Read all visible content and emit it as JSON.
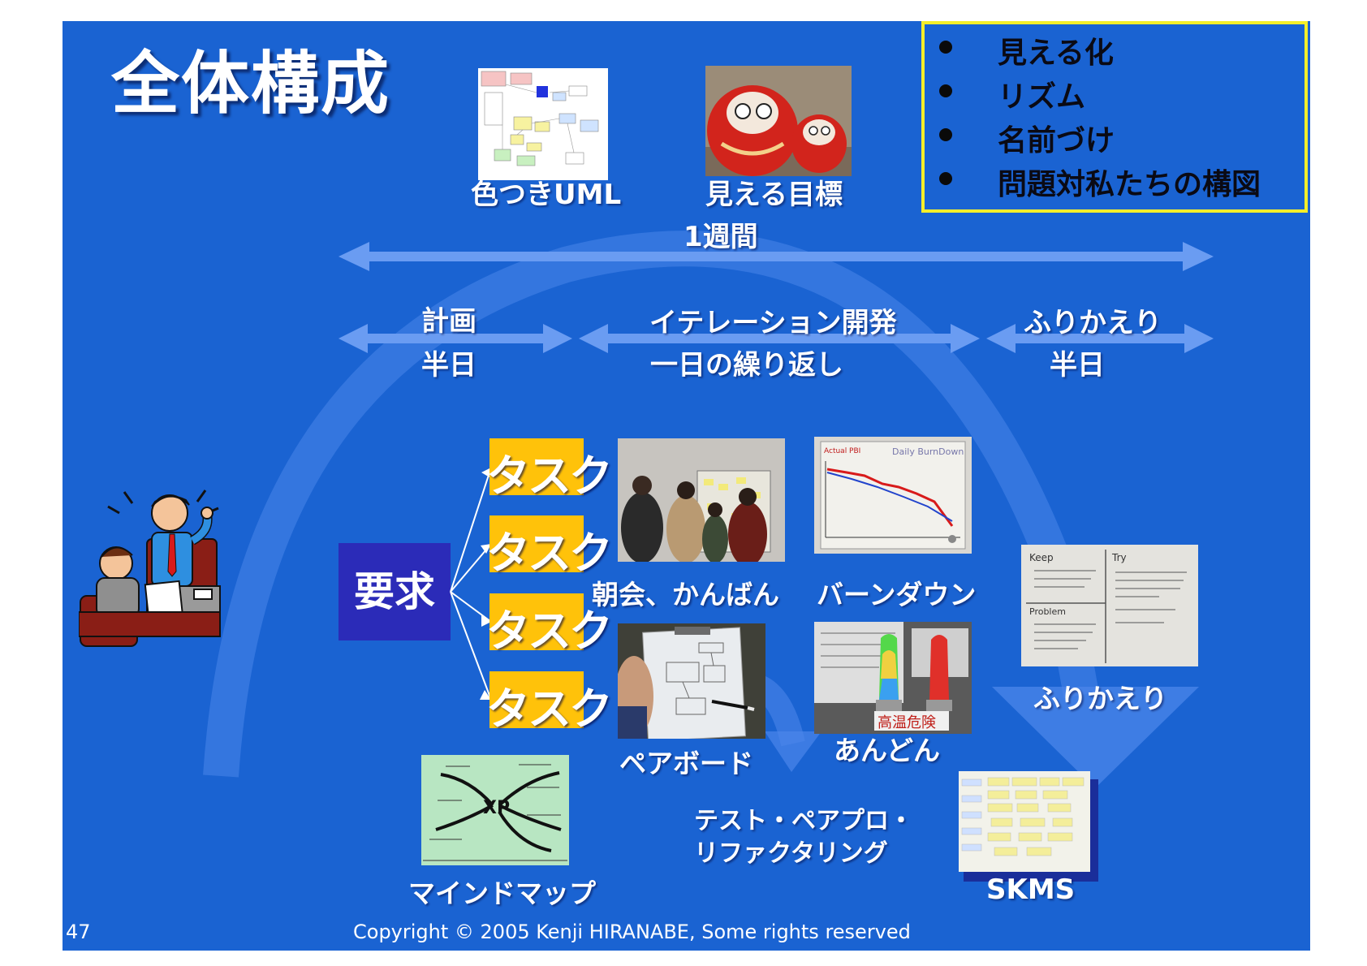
{
  "slide": {
    "title": "全体構成",
    "page_number": "47",
    "copyright": "Copyright © 2005 Kenji HIRANABE,  Some rights reserved",
    "background_color": "#1a63d2"
  },
  "bullets": [
    "見える化",
    "リズム",
    "名前づけ",
    "問題対私たちの構図"
  ],
  "top_images": {
    "uml_label": "色つきUML",
    "goal_label": "見える目標"
  },
  "timeline": {
    "week_label": "1週間",
    "plan_label": "計画",
    "plan_duration": "半日",
    "iteration_label": "イテレーション開発",
    "iteration_duration": "一日の繰り返し",
    "retro_label": "ふりかえり",
    "retro_duration": "半日"
  },
  "requirement": "要求",
  "tasks": [
    "タスク",
    "タスク",
    "タスク",
    "タスク"
  ],
  "practices": {
    "standup": "朝会、かんばん",
    "burndown": "バーンダウン",
    "pairboard": "ペアボード",
    "andon": "あんどん",
    "retrospective": "ふりかえり",
    "mindmap": "マインドマップ",
    "test_line1": "テスト・ペアプロ・",
    "test_line2": "リファクタリング",
    "skms": "SKMS"
  },
  "images": {
    "burndown_header": "Actual PBI",
    "burndown_title": "Daily BurnDown",
    "retro_keep": "Keep",
    "retro_try": "Try",
    "retro_problem": "Problem",
    "andon_sign": "高温危険",
    "mindmap_center": "XP"
  },
  "colors": {
    "bullet_box_border": "#f4ee2a",
    "task_fill": "#ffc20a",
    "requirement_fill": "#2b2bb8",
    "arrow_fill": "#5f94f2"
  }
}
